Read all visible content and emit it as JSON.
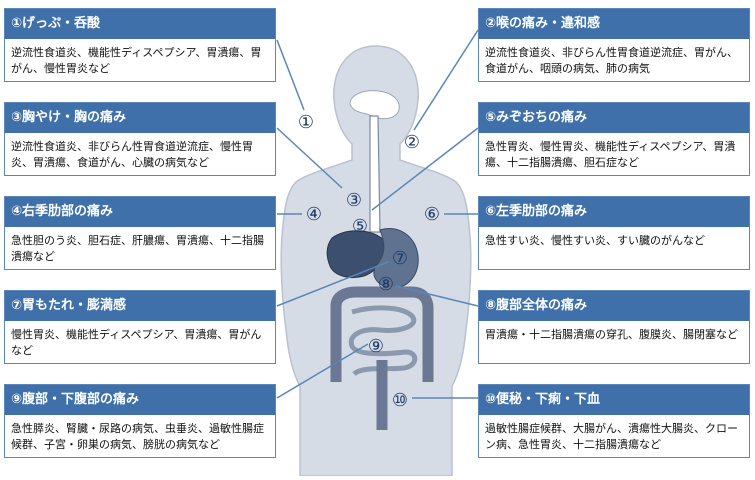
{
  "cards": [
    {
      "title": "①げっぷ・呑酸",
      "body": "逆流性食道炎、機能性ディスペプシア、胃潰瘍、胃がん、慢性胃炎など"
    },
    {
      "title": "②喉の痛み・違和感",
      "body": "逆流性食道炎、非びらん性胃食道逆流症、胃がん、食道がん、咽頭の病気、肺の病気"
    },
    {
      "title": "③胸やけ・胸の痛み",
      "body": "逆流性食道炎、非びらん性胃食道逆流症、慢性胃炎、胃潰瘍、食道がん、心臓の病気など"
    },
    {
      "title": "⑤みぞおちの痛み",
      "body": "急性胃炎、慢性胃炎、機能性ディスペプシア、胃潰瘍、十二指腸潰瘍、胆石症など"
    },
    {
      "title": "④右季肋部の痛み",
      "body": "急性胆のう炎、胆石症、肝膿瘍、胃潰瘍、十二指腸潰瘍など"
    },
    {
      "title": "⑥左季肋部の痛み",
      "body": "急性すい炎、慢性すい炎、すい臓のがんなど"
    },
    {
      "title": "⑦胃もたれ・膨満感",
      "body": "慢性胃炎、機能性ディスペプシア、胃潰瘍、胃がんなど"
    },
    {
      "title": "⑧腹部全体の痛み",
      "body": "胃潰瘍・十二指腸潰瘍の穿孔、腹膜炎、腸閉塞など"
    },
    {
      "title": "⑨腹部・下腹部の痛み",
      "body": "急性膵炎、腎臓・尿路の病気、虫垂炎、過敏性腸症候群、子宮・卵巣の病気、膀胱の病気など"
    },
    {
      "title": "⑩便秘・下痢・下血",
      "body": "過敏性腸症候群、大腸がん、潰瘍性大腸炎、クローン病、急性胃炎、十二指腸潰瘍など"
    }
  ],
  "markers": [
    "①",
    "②",
    "③",
    "④",
    "⑤",
    "⑥",
    "⑦",
    "⑧",
    "⑨",
    "⑩"
  ]
}
